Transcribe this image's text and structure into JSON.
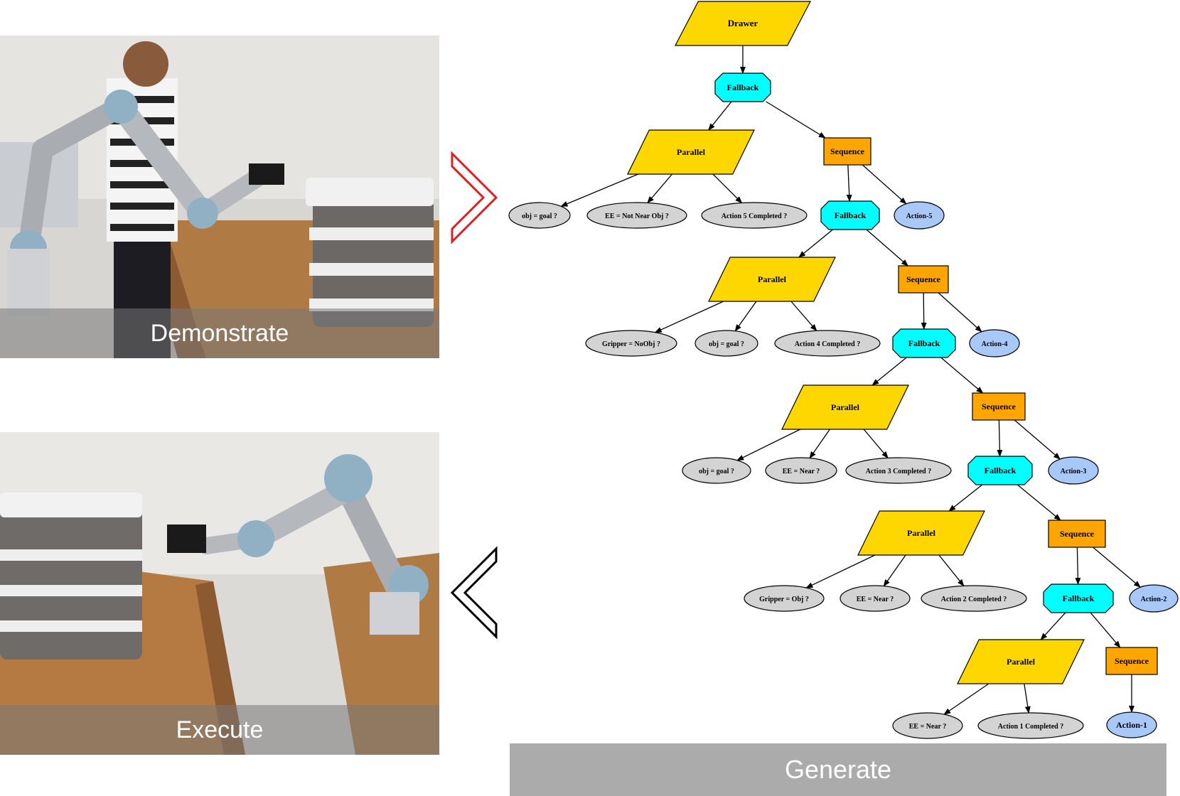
{
  "photos": {
    "demonstrate_label": "Demonstrate",
    "execute_label": "Execute"
  },
  "generate_label": "Generate",
  "colors": {
    "control_parallel": "#FFD700",
    "fallback": "#00FFFF",
    "sequence": "#FFA500",
    "condition": "#D3D3D3",
    "action": "#A8C8F8",
    "forward_arrow": "#e02020",
    "back_arrow": "#000000"
  },
  "tree": {
    "nodes": [
      {
        "id": "n_drawer",
        "label": "Drawer",
        "type": "root"
      },
      {
        "id": "n_fb1",
        "label": "Fallback",
        "type": "fallback"
      },
      {
        "id": "n_par1",
        "label": "Parallel",
        "type": "parallel"
      },
      {
        "id": "n_seq1",
        "label": "Sequence",
        "type": "sequence"
      },
      {
        "id": "n_c1a",
        "label": "obj = goal ?",
        "type": "condition"
      },
      {
        "id": "n_c1b",
        "label": "EE = Not Near Obj ?",
        "type": "condition"
      },
      {
        "id": "n_c1c",
        "label": "Action 5 Completed ?",
        "type": "condition"
      },
      {
        "id": "n_fb2",
        "label": "Fallback",
        "type": "fallback"
      },
      {
        "id": "n_a5",
        "label": "Action-5",
        "type": "action"
      },
      {
        "id": "n_par2",
        "label": "Parallel",
        "type": "parallel"
      },
      {
        "id": "n_seq2",
        "label": "Sequence",
        "type": "sequence"
      },
      {
        "id": "n_c2a",
        "label": "Gripper = NoObj ?",
        "type": "condition"
      },
      {
        "id": "n_c2b",
        "label": "obj = goal ?",
        "type": "condition"
      },
      {
        "id": "n_c2c",
        "label": "Action 4 Completed ?",
        "type": "condition"
      },
      {
        "id": "n_fb3",
        "label": "Fallback",
        "type": "fallback"
      },
      {
        "id": "n_a4",
        "label": "Action-4",
        "type": "action"
      },
      {
        "id": "n_par3",
        "label": "Parallel",
        "type": "parallel"
      },
      {
        "id": "n_seq3",
        "label": "Sequence",
        "type": "sequence"
      },
      {
        "id": "n_c3a",
        "label": "obj = goal ?",
        "type": "condition"
      },
      {
        "id": "n_c3b",
        "label": "EE = Near ?",
        "type": "condition"
      },
      {
        "id": "n_c3c",
        "label": "Action 3 Completed ?",
        "type": "condition"
      },
      {
        "id": "n_fb4",
        "label": "Fallback",
        "type": "fallback"
      },
      {
        "id": "n_a3",
        "label": "Action-3",
        "type": "action"
      },
      {
        "id": "n_par4",
        "label": "Parallel",
        "type": "parallel"
      },
      {
        "id": "n_seq4",
        "label": "Sequence",
        "type": "sequence"
      },
      {
        "id": "n_c4a",
        "label": "Gripper = Obj ?",
        "type": "condition"
      },
      {
        "id": "n_c4b",
        "label": "EE = Near ?",
        "type": "condition"
      },
      {
        "id": "n_c4c",
        "label": "Action 2 Completed ?",
        "type": "condition"
      },
      {
        "id": "n_fb5",
        "label": "Fallback",
        "type": "fallback"
      },
      {
        "id": "n_a2",
        "label": "Action-2",
        "type": "action"
      },
      {
        "id": "n_par5",
        "label": "Parallel",
        "type": "parallel"
      },
      {
        "id": "n_seq5",
        "label": "Sequence",
        "type": "sequence"
      },
      {
        "id": "n_c5a",
        "label": "EE = Near ?",
        "type": "condition"
      },
      {
        "id": "n_c5b",
        "label": "Action 1 Completed ?",
        "type": "condition"
      },
      {
        "id": "n_a1",
        "label": "Action-1",
        "type": "action"
      }
    ],
    "edges": [
      [
        "n_drawer",
        "n_fb1"
      ],
      [
        "n_fb1",
        "n_par1"
      ],
      [
        "n_fb1",
        "n_seq1"
      ],
      [
        "n_par1",
        "n_c1a"
      ],
      [
        "n_par1",
        "n_c1b"
      ],
      [
        "n_par1",
        "n_c1c"
      ],
      [
        "n_seq1",
        "n_fb2"
      ],
      [
        "n_seq1",
        "n_a5"
      ],
      [
        "n_fb2",
        "n_par2"
      ],
      [
        "n_fb2",
        "n_seq2"
      ],
      [
        "n_par2",
        "n_c2a"
      ],
      [
        "n_par2",
        "n_c2b"
      ],
      [
        "n_par2",
        "n_c2c"
      ],
      [
        "n_seq2",
        "n_fb3"
      ],
      [
        "n_seq2",
        "n_a4"
      ],
      [
        "n_fb3",
        "n_par3"
      ],
      [
        "n_fb3",
        "n_seq3"
      ],
      [
        "n_par3",
        "n_c3a"
      ],
      [
        "n_par3",
        "n_c3b"
      ],
      [
        "n_par3",
        "n_c3c"
      ],
      [
        "n_seq3",
        "n_fb4"
      ],
      [
        "n_seq3",
        "n_a3"
      ],
      [
        "n_fb4",
        "n_par4"
      ],
      [
        "n_fb4",
        "n_seq4"
      ],
      [
        "n_par4",
        "n_c4a"
      ],
      [
        "n_par4",
        "n_c4b"
      ],
      [
        "n_par4",
        "n_c4c"
      ],
      [
        "n_seq4",
        "n_fb5"
      ],
      [
        "n_seq4",
        "n_a2"
      ],
      [
        "n_fb5",
        "n_par5"
      ],
      [
        "n_fb5",
        "n_seq5"
      ],
      [
        "n_par5",
        "n_c5a"
      ],
      [
        "n_par5",
        "n_c5b"
      ],
      [
        "n_seq5",
        "n_a1"
      ]
    ]
  }
}
